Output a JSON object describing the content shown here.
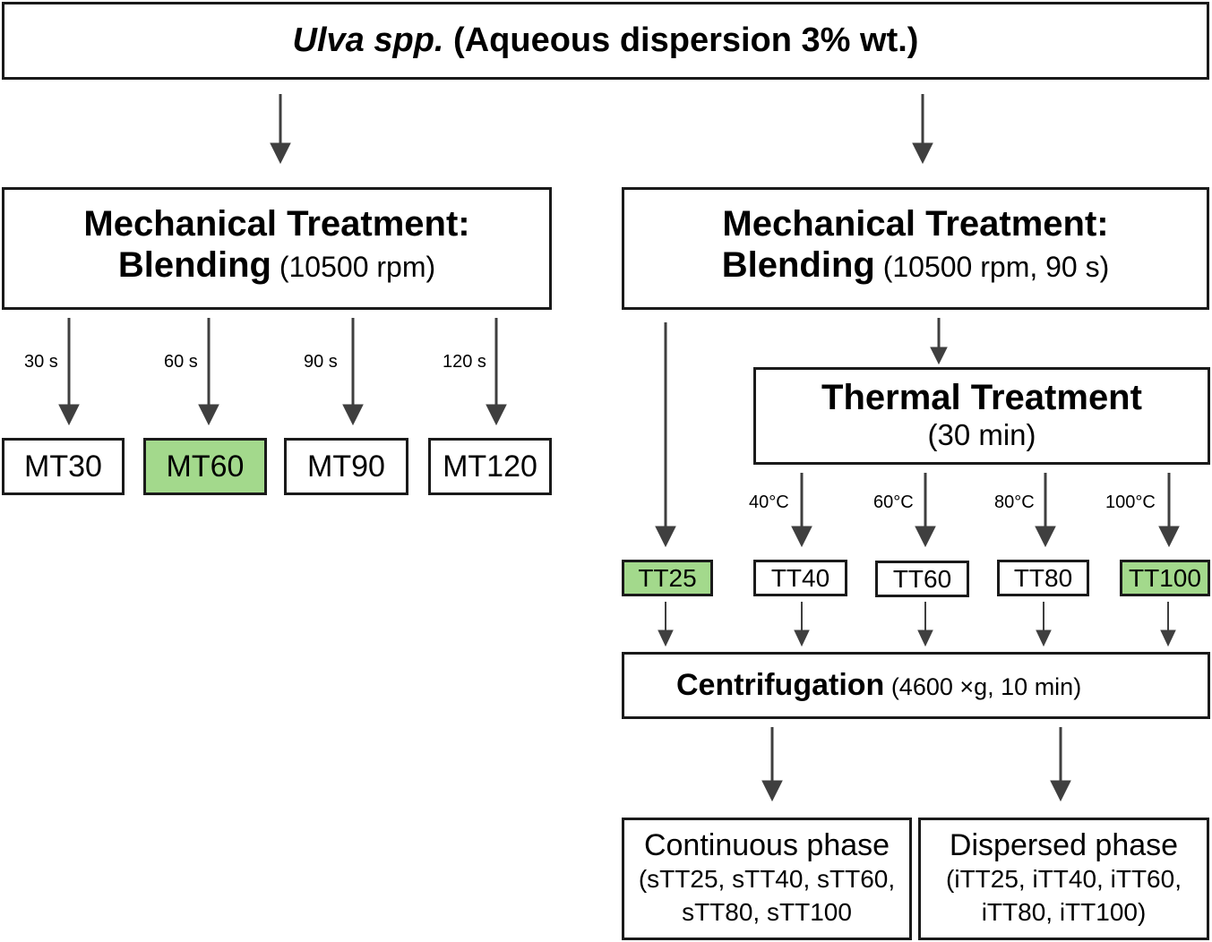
{
  "source": {
    "italic": "Ulva spp.",
    "rest": " (Aqueous dispersion 3% wt.)"
  },
  "left_mt": {
    "line1": "Mechanical Treatment:",
    "bold": "Blending",
    "param": " (10500 rpm)"
  },
  "right_mt": {
    "line1": "Mechanical Treatment:",
    "bold": "Blending",
    "param": " (10500 rpm, 90 s)"
  },
  "times": [
    "30 s",
    "60 s",
    "90 s",
    "120 s"
  ],
  "mt_samples": [
    "MT30",
    "MT60",
    "MT90",
    "MT120"
  ],
  "thermal": {
    "title": "Thermal Treatment",
    "param": "(30 min)"
  },
  "temps": [
    "40°C",
    "60°C",
    "80°C",
    "100°C"
  ],
  "tt_samples": [
    "TT25",
    "TT40",
    "TT60",
    "TT80",
    "TT100"
  ],
  "centrifugation": {
    "bold": "Centrifugation",
    "param": " (4600 ×g, 10 min)"
  },
  "continuous": {
    "title": "Continuous phase",
    "line2": "(sTT25, sTT40, sTT60,",
    "line3": "sTT80, sTT100"
  },
  "dispersed": {
    "title": "Dispersed phase",
    "line2": "(iTT25, iTT40, iTT60,",
    "line3": "iTT80, iTT100)"
  },
  "colors": {
    "highlight": "#a3d98c",
    "border": "#1a1a1a",
    "arrow": "#3f3f3f"
  },
  "highlighted_samples": [
    "MT60",
    "TT25",
    "TT100"
  ]
}
